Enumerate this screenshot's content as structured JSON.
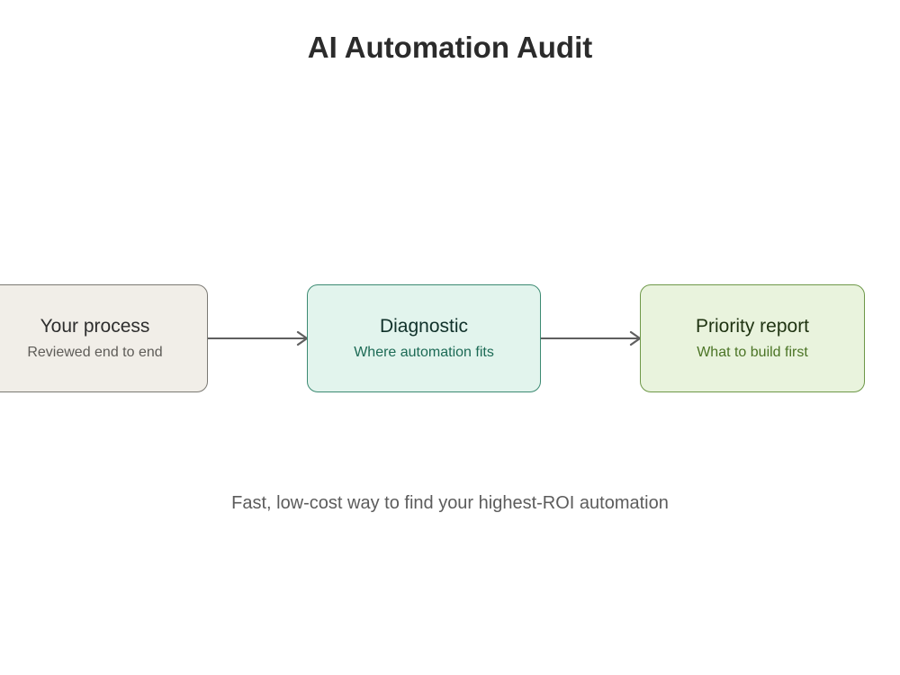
{
  "title": "AI Automation Audit",
  "nodes": [
    {
      "heading": "Your process",
      "sub": "Reviewed end to end"
    },
    {
      "heading": "Diagnostic",
      "sub": "Where automation fits"
    },
    {
      "heading": "Priority report",
      "sub": "What to build first"
    }
  ],
  "caption": "Fast, low-cost way to find your highest-ROI automation",
  "colors": {
    "process_fill": "#f1eee8",
    "diagnostic_fill": "#e2f4ed",
    "report_fill": "#e9f3dd",
    "arrow": "#5f5f5f"
  }
}
